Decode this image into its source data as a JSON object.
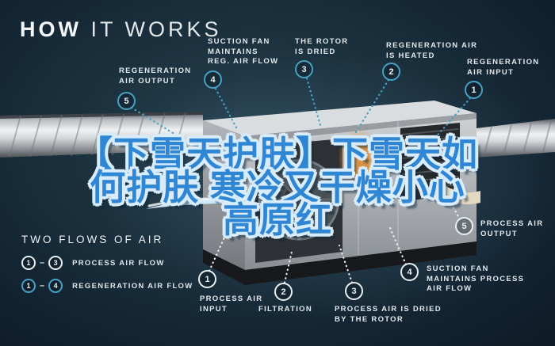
{
  "title": {
    "bold": "HOW",
    "light": " IT WORKS"
  },
  "overlay_text": {
    "line1": "【下雪天护肤】下雪天如",
    "line2": "何护肤 寒冷又干燥小心",
    "line3": "高原红",
    "fill_color": "#2f86d4",
    "outline_color": "#d8ecfb"
  },
  "callouts": {
    "regen5": {
      "num": "5",
      "label": "REGENERATION\nAIR OUTPUT"
    },
    "regen4": {
      "num": "4",
      "label": "SUCTION FAN\nMAINTAINS\nREG. AIR FLOW"
    },
    "regen3": {
      "num": "3",
      "label": "THE ROTOR\nIS DRIED"
    },
    "regen2": {
      "num": "2",
      "label": "REGENERATION AIR\nIS HEATED"
    },
    "regen1": {
      "num": "1",
      "label": "REGENERATION\nAIR INPUT"
    },
    "proc1": {
      "num": "1",
      "label": "PROCESS AIR\nINPUT"
    },
    "proc2": {
      "num": "2",
      "label": "FILTRATION"
    },
    "proc3": {
      "num": "3",
      "label": "PROCESS AIR IS DRIED\nBY THE ROTOR"
    },
    "proc4": {
      "num": "4",
      "label": "SUCTION FAN\nMAINTAINS PROCESS\nAIR FLOW"
    },
    "proc5": {
      "num": "5",
      "label": "PROCESS AIR\nOUTPUT"
    }
  },
  "legend": {
    "title": "TWO FLOWS OF AIR",
    "rows": [
      {
        "start_num": "1",
        "separator": "–",
        "end_num": "3",
        "label": "PROCESS AIR FLOW",
        "badge_color": "#e9eef1"
      },
      {
        "start_num": "1",
        "separator": "–",
        "end_num": "4",
        "label": "REGENERATION AIR FLOW",
        "badge_color": "#45a2c6"
      }
    ]
  },
  "colors": {
    "background_center": "#274250",
    "background_edge": "#0d1b25",
    "regeneration_accent": "#45a2c6",
    "process_accent": "#e9eef1",
    "label_text": "#e2e8ec",
    "overlay_fill": "#2f86d4",
    "overlay_outline": "#d8ecfb",
    "heater_glow": "#e09a45"
  }
}
